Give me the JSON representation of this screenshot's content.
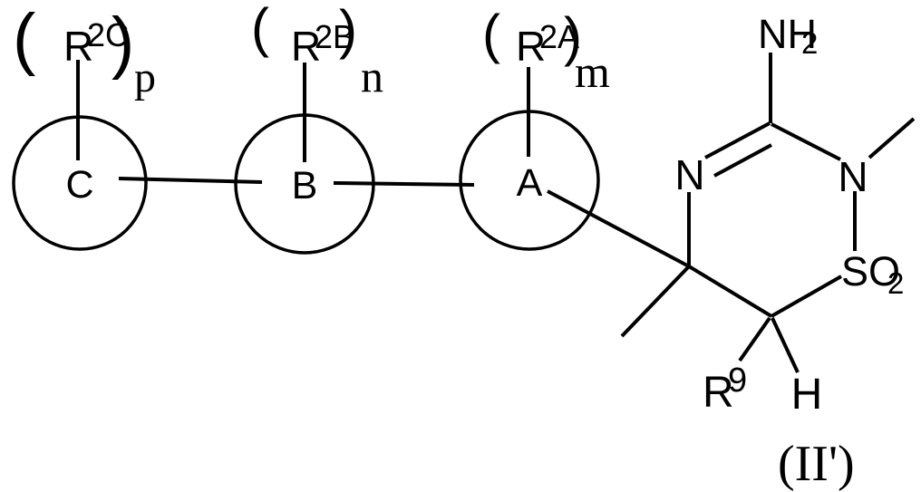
{
  "figure": {
    "formula_label": "(II')",
    "groups": [
      {
        "ring": "C",
        "open": "(",
        "r": "R",
        "sup": "2C",
        "close": ")",
        "count": "p"
      },
      {
        "ring": "B",
        "open": "(",
        "r": "R",
        "sup": "2B",
        "close": ")",
        "count": "n"
      },
      {
        "ring": "A",
        "open": "(",
        "r": "R",
        "sup": "2A",
        "close": ")",
        "count": "m"
      }
    ],
    "heterocycle": {
      "amino_base": "NH",
      "amino_sub": "2",
      "n_left": "N",
      "n_right": "N",
      "sulfonyl_base": "SO",
      "sulfonyl_sub": "2",
      "r9_base": "R",
      "r9_sup": "9",
      "h": "H"
    },
    "ink": "#000000",
    "background": "#ffffff"
  }
}
